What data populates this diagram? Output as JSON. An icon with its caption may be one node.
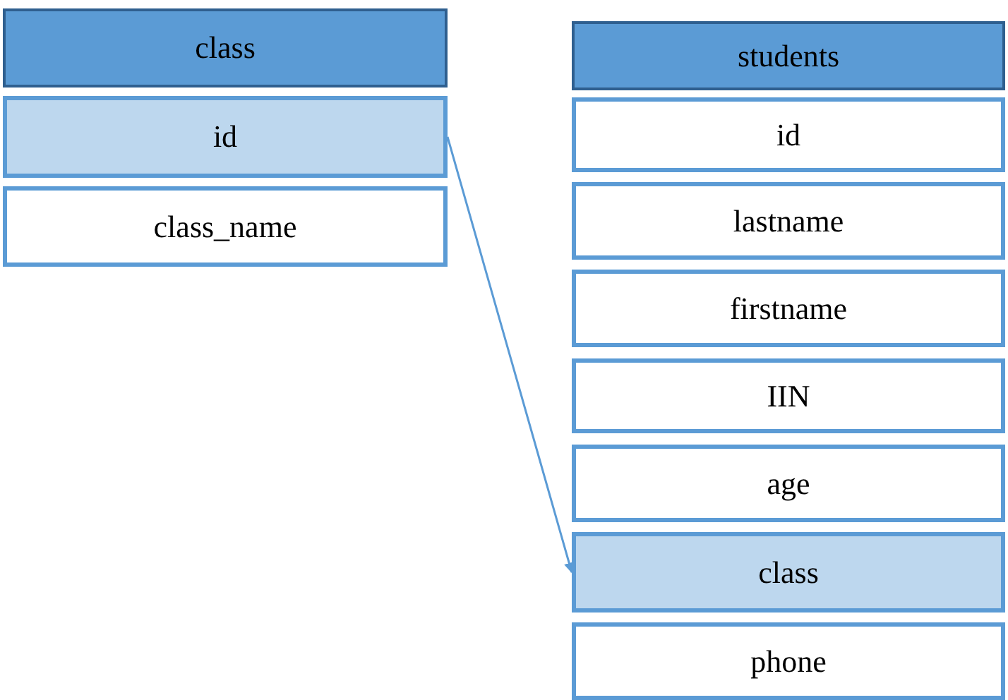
{
  "diagram": {
    "nodes": [
      {
        "text": [
          "class"
        ]
      },
      {
        "text": [
          "id"
        ]
      },
      {
        "text": [
          "class_name"
        ]
      },
      {
        "text": [
          "students"
        ]
      },
      {
        "text": [
          "id"
        ]
      },
      {
        "text": [
          "lastname"
        ]
      },
      {
        "text": [
          "firstname"
        ]
      },
      {
        "text": [
          "IIN"
        ]
      },
      {
        "text": [
          "age"
        ]
      },
      {
        "text": [
          "class"
        ]
      },
      {
        "text": [
          "phone"
        ]
      }
    ],
    "edges": [
      {
        "from": 1,
        "to": 9,
        "arrow": "to"
      }
    ]
  }
}
